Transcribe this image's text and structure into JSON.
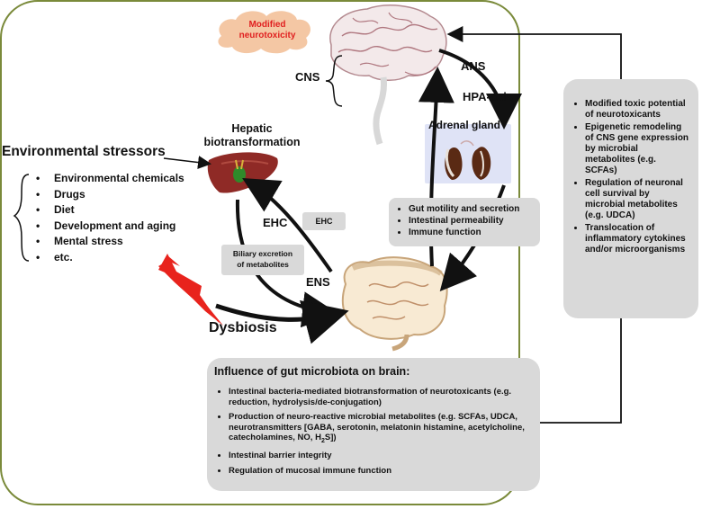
{
  "cloud_label": "Modified\nneurotoxicity",
  "cns": "CNS",
  "ans": "ANS",
  "hpa": "HPA-axis",
  "adrenal": "Adrenal gland",
  "hepatic": "Hepatic\nbiotransformation",
  "ehc_large": "EHC",
  "ehc_small": "EHC",
  "biliary": "Biliary excretion\nof metabolites",
  "ens": "ENS",
  "dysbiosis": "Dysbiosis",
  "stressors_title": "Environmental stressors",
  "stressors": [
    "Environmental chemicals",
    "Drugs",
    "Diet",
    "Development and aging",
    "Mental stress",
    "etc."
  ],
  "gut_effects": [
    "Gut motility and secretion",
    "Intestinal permeability",
    "Immune function"
  ],
  "right_effects": [
    "Modified toxic potential of neurotoxicants",
    "Epigenetic remodeling of CNS gene expression by microbial metabolites (e.g. SCFAs)",
    "Regulation of neuronal cell survival by microbial metabolites (e.g. UDCA)",
    "Translocation of inflammatory cytokines and/or microorganisms"
  ],
  "influence_title": "Influence of gut microbiota on brain:",
  "influence": {
    "item1": "Intestinal bacteria-mediated biotransformation of neurotoxicants (e.g. reduction, hydrolysis/de-conjugation)",
    "item2_pre": "Production of neuro-reactive microbial metabolites (e.g. SCFAs, UDCA, neurotransmitters [GABA, serotonin, melatonin histamine, acetylcholine, catecholamines, NO, H",
    "item2_sub": "2",
    "item2_post": "S])",
    "item3": "Intestinal barrier integrity",
    "item4": "Regulation of mucosal immune function"
  },
  "colors": {
    "frame": "#7a8a3a",
    "cloud": "#f4c7a4",
    "cloud_text": "#e02020",
    "box": "#d9d9d9",
    "lightning": "#e8231d",
    "adrenal_bg": "#dfe3f6"
  }
}
